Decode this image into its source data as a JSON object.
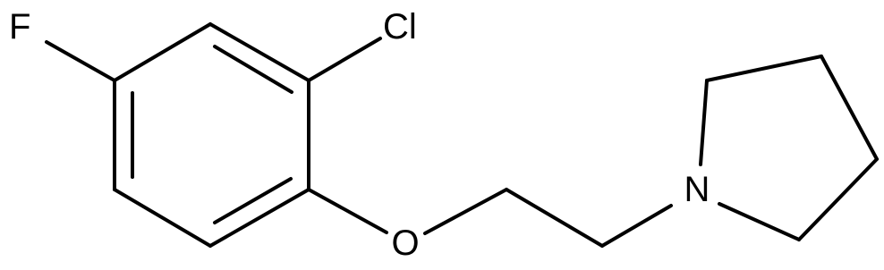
{
  "structure": {
    "atoms": {
      "fluorine": "F",
      "chlorine": "Cl",
      "oxygen": "O",
      "nitrogen": "N"
    }
  },
  "colors": {
    "bond": "#000000",
    "label": "#000000",
    "background": "#ffffff"
  }
}
